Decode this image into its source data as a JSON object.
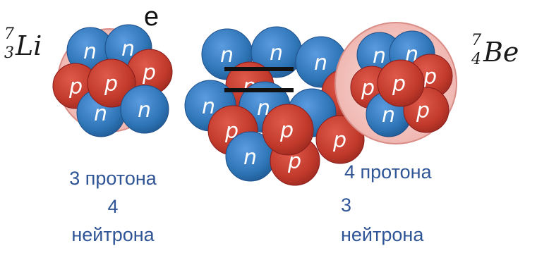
{
  "electron_label": "e",
  "left_nucleus": {
    "mass_number": "7",
    "atomic_number": "3",
    "element": "Li",
    "caption_line1": "3 протона",
    "caption_line2": "4",
    "caption_line3": "нейтрона"
  },
  "right_nucleus": {
    "mass_number": "7",
    "atomic_number": "4",
    "element": "Be",
    "caption_line1": "4 протона",
    "caption_line2": "3",
    "caption_line3": "нейтрона"
  },
  "equals_sign": "=",
  "particle_labels": {
    "proton": "p",
    "neutron": "n"
  },
  "colors": {
    "proton": "#c0392b",
    "neutron": "#2e75b6",
    "circle_fill": "#f4c7c3",
    "circle_stroke": "#d98c86",
    "caption": "#2f5597"
  }
}
